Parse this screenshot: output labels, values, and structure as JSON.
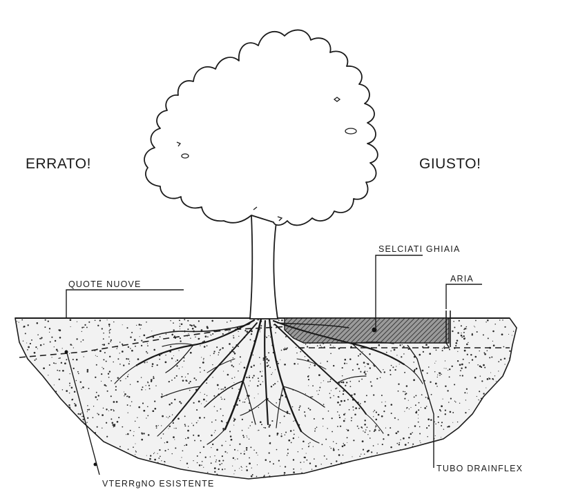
{
  "labels": {
    "wrong": "ERRATO!",
    "right": "GIUSTO!",
    "new_levels": "QUOTE NUOVE",
    "paving_gravel": "SELCIATI GHIAIA",
    "air": "ARIA",
    "drain_pipe": "TUBO  DRAINFLEX",
    "existing_soil": "VTERRgNO  ESISTENTE"
  }
}
